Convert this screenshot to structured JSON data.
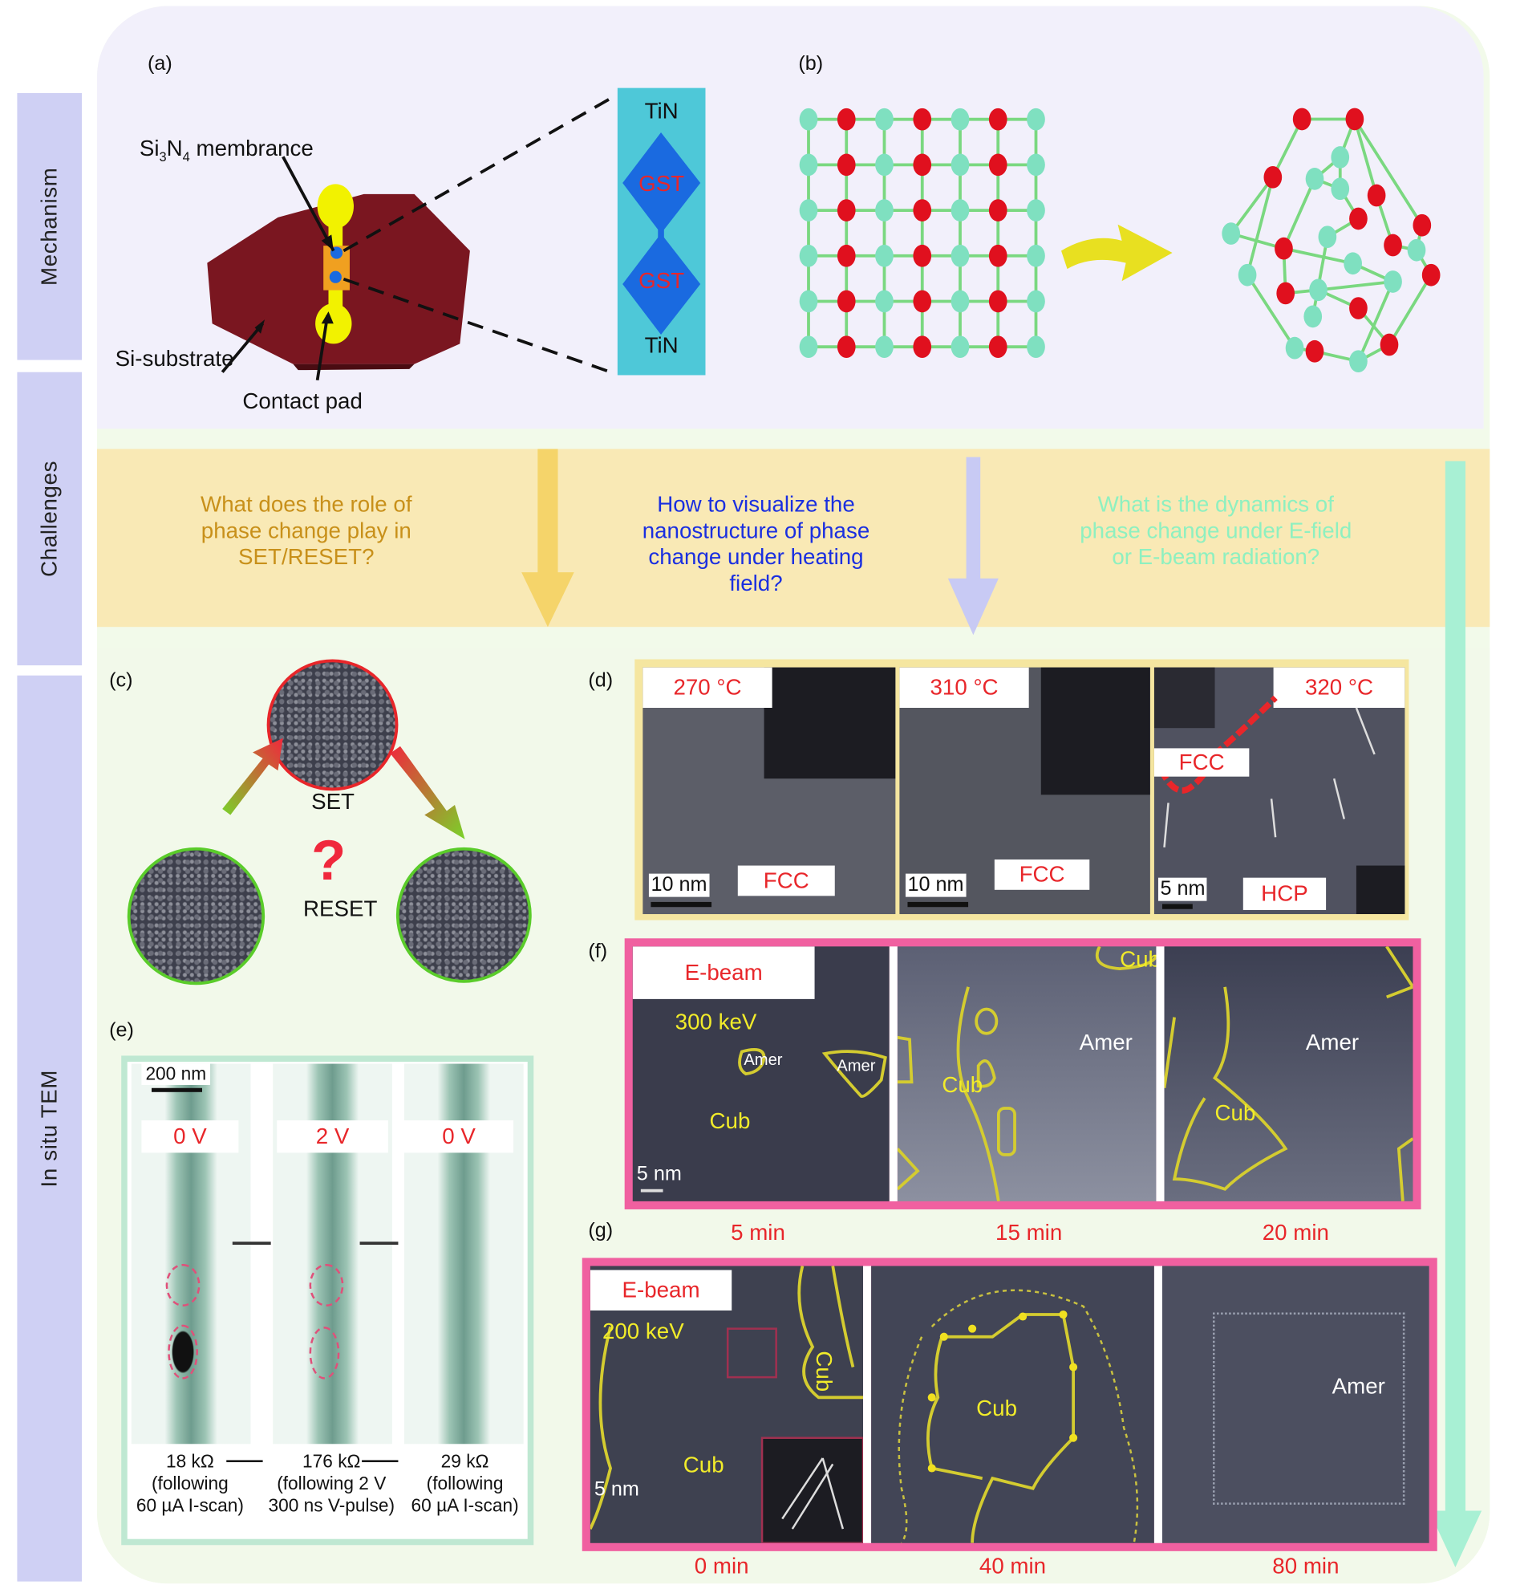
{
  "side_labels": [
    "Mechanism",
    "Challenges",
    "In situ TEM"
  ],
  "panel_a": {
    "label": "(a)",
    "membrance_label_prefix": "Si",
    "membrance_sub1": "3",
    "membrance_mid": "N",
    "membrance_sub2": "4",
    "membrance_suffix": " membrance",
    "substrate_label": "Si-substrate",
    "contact_label": "Contact pad",
    "stack": [
      "TiN",
      "GST",
      "GST",
      "TiN"
    ]
  },
  "panel_b": {
    "label": "(b)"
  },
  "challenges": [
    {
      "text": "What does the role of phase change play in SET/RESET?",
      "color": "#c8901a"
    },
    {
      "text": "How to visualize the nanostructure of phase change under heating field?",
      "color": "#1a2fe0"
    },
    {
      "text": "What is the dynamics of phase change under E-field or E-beam radiation?",
      "color": "#8ef0c0"
    }
  ],
  "panel_c": {
    "label": "(c)",
    "set": "SET",
    "reset": "RESET",
    "question": "?"
  },
  "panel_d": {
    "label": "(d)",
    "frames": [
      {
        "temp": "270 °C",
        "phase": "FCC",
        "scale": "10 nm"
      },
      {
        "temp": "310 °C",
        "phase": "FCC",
        "scale": "10 nm"
      },
      {
        "temp": "320 °C",
        "phase": "HCP",
        "phase2": "FCC",
        "scale": "5 nm"
      }
    ]
  },
  "panel_e": {
    "label": "(e)",
    "scale": "200 nm",
    "voltages": [
      "0 V",
      "2 V",
      "0 V"
    ],
    "captions": [
      [
        "18 kΩ",
        "(following",
        "60 µA I-scan)"
      ],
      [
        "176 kΩ",
        "(following 2 V",
        "300 ns V-pulse)"
      ],
      [
        "29 kΩ",
        "(following",
        "60 µA I-scan)"
      ]
    ]
  },
  "panel_f": {
    "label": "(f)",
    "tag": "E-beam",
    "energy": "300 keV",
    "scale": "5 nm",
    "frames": [
      {
        "time": "5 min",
        "labels": [
          "Amer",
          "Amer",
          "Cub"
        ]
      },
      {
        "time": "15 min",
        "labels": [
          "Cub",
          "Amer",
          "Cub"
        ]
      },
      {
        "time": "20 min",
        "labels": [
          "Amer",
          "Cub"
        ]
      }
    ]
  },
  "panel_g": {
    "label": "(g)",
    "tag": "E-beam",
    "energy": "200 keV",
    "scale": "5 nm",
    "frames": [
      {
        "time": "0 min",
        "labels": [
          "Cub",
          "Cub"
        ]
      },
      {
        "time": "40 min",
        "labels": [
          "Cub"
        ]
      },
      {
        "time": "80 min",
        "labels": [
          "Amer"
        ]
      }
    ]
  },
  "colors": {
    "mechanism_bg": "#f2f0fb",
    "challenges_bg": "#f9e9b5",
    "situ_bg": "#f2f9ea",
    "side_label_bg": "#cfd0f4",
    "red_label": "#e8262a",
    "yellow_label": "#f2ec2a",
    "atom_red": "#e0101e",
    "atom_cyan": "#7fe0c0"
  }
}
